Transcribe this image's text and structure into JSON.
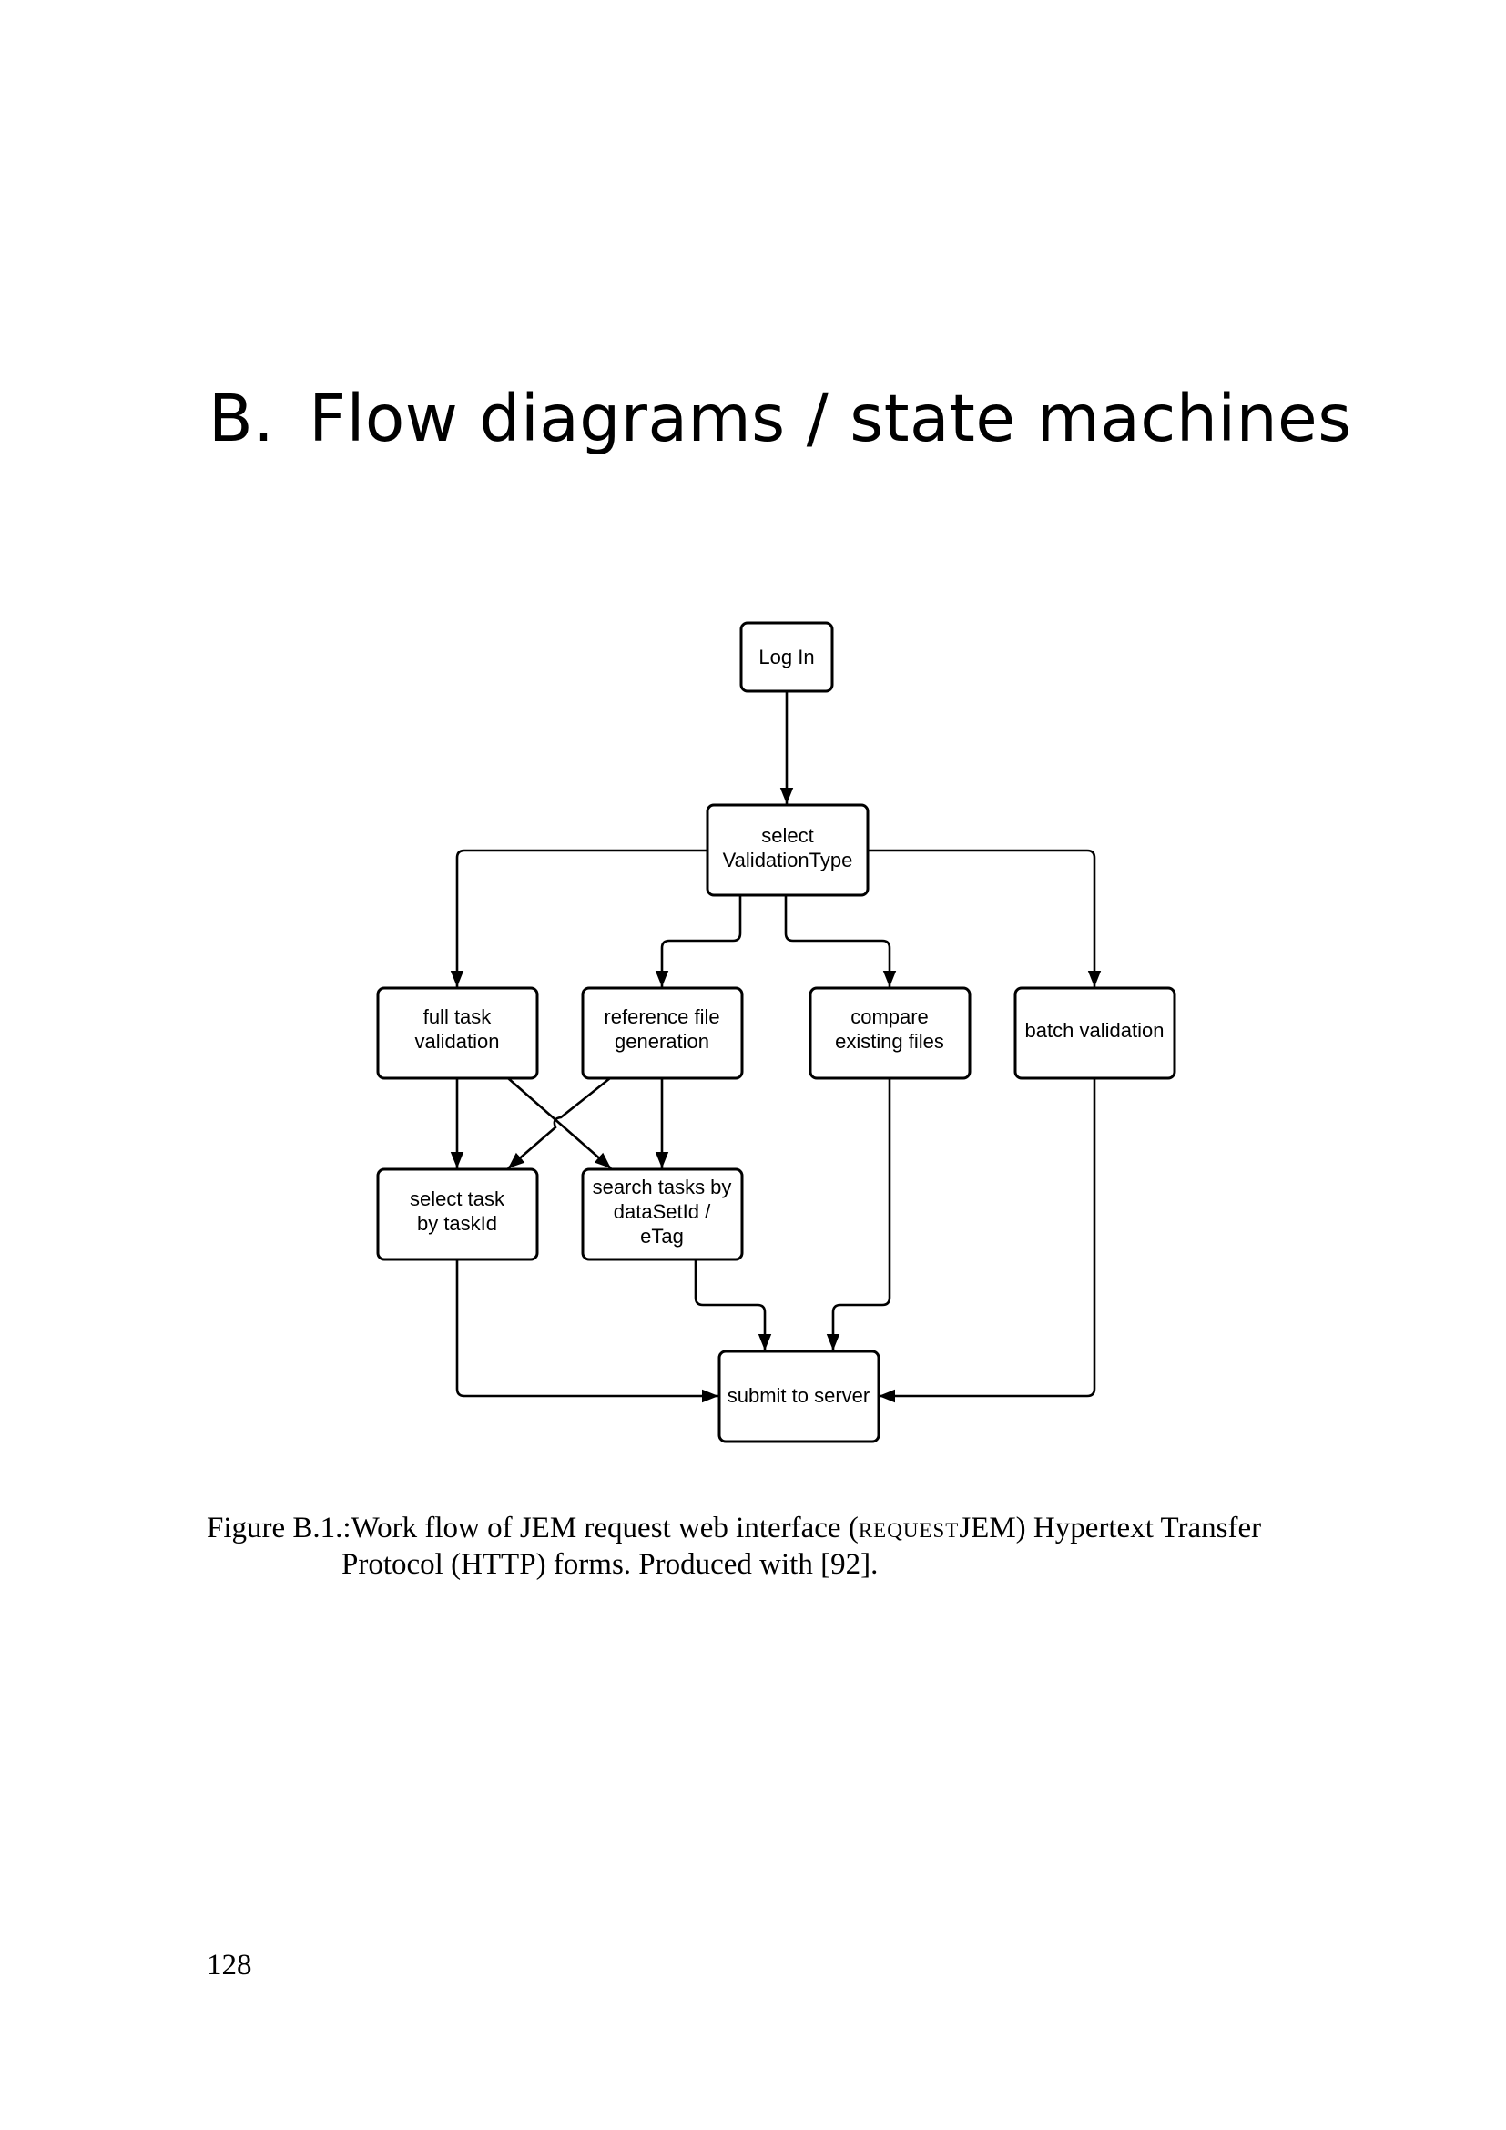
{
  "heading": {
    "number": "B.",
    "title": "Flow diagrams / state machines"
  },
  "diagram": {
    "nodes": {
      "login": [
        "Log In"
      ],
      "select_validation": [
        "select",
        "ValidationType"
      ],
      "full_task": [
        "full task",
        "validation"
      ],
      "reference_file": [
        "reference file",
        "generation"
      ],
      "compare_files": [
        "compare",
        "existing files"
      ],
      "batch": [
        "batch validation"
      ],
      "select_task": [
        "select task",
        "by taskId"
      ],
      "search_tasks": [
        "search tasks by",
        "dataSetId /",
        "eTag"
      ],
      "submit": [
        "submit to server"
      ]
    },
    "edges": [
      [
        "login",
        "select_validation"
      ],
      [
        "select_validation",
        "full_task"
      ],
      [
        "select_validation",
        "reference_file"
      ],
      [
        "select_validation",
        "compare_files"
      ],
      [
        "select_validation",
        "batch"
      ],
      [
        "full_task",
        "select_task"
      ],
      [
        "full_task",
        "search_tasks"
      ],
      [
        "reference_file",
        "select_task"
      ],
      [
        "reference_file",
        "search_tasks"
      ],
      [
        "select_task",
        "submit"
      ],
      [
        "search_tasks",
        "submit"
      ],
      [
        "compare_files",
        "submit"
      ],
      [
        "batch",
        "submit"
      ]
    ]
  },
  "caption": {
    "label": "Figure B.1.:",
    "text_before": "Work flow of JEM request web interface (",
    "smallcaps": "request",
    "text_after": "JEM) Hypertext Transfer Protocol (HTTP) forms. Produced with [92]."
  },
  "page_number": "128"
}
